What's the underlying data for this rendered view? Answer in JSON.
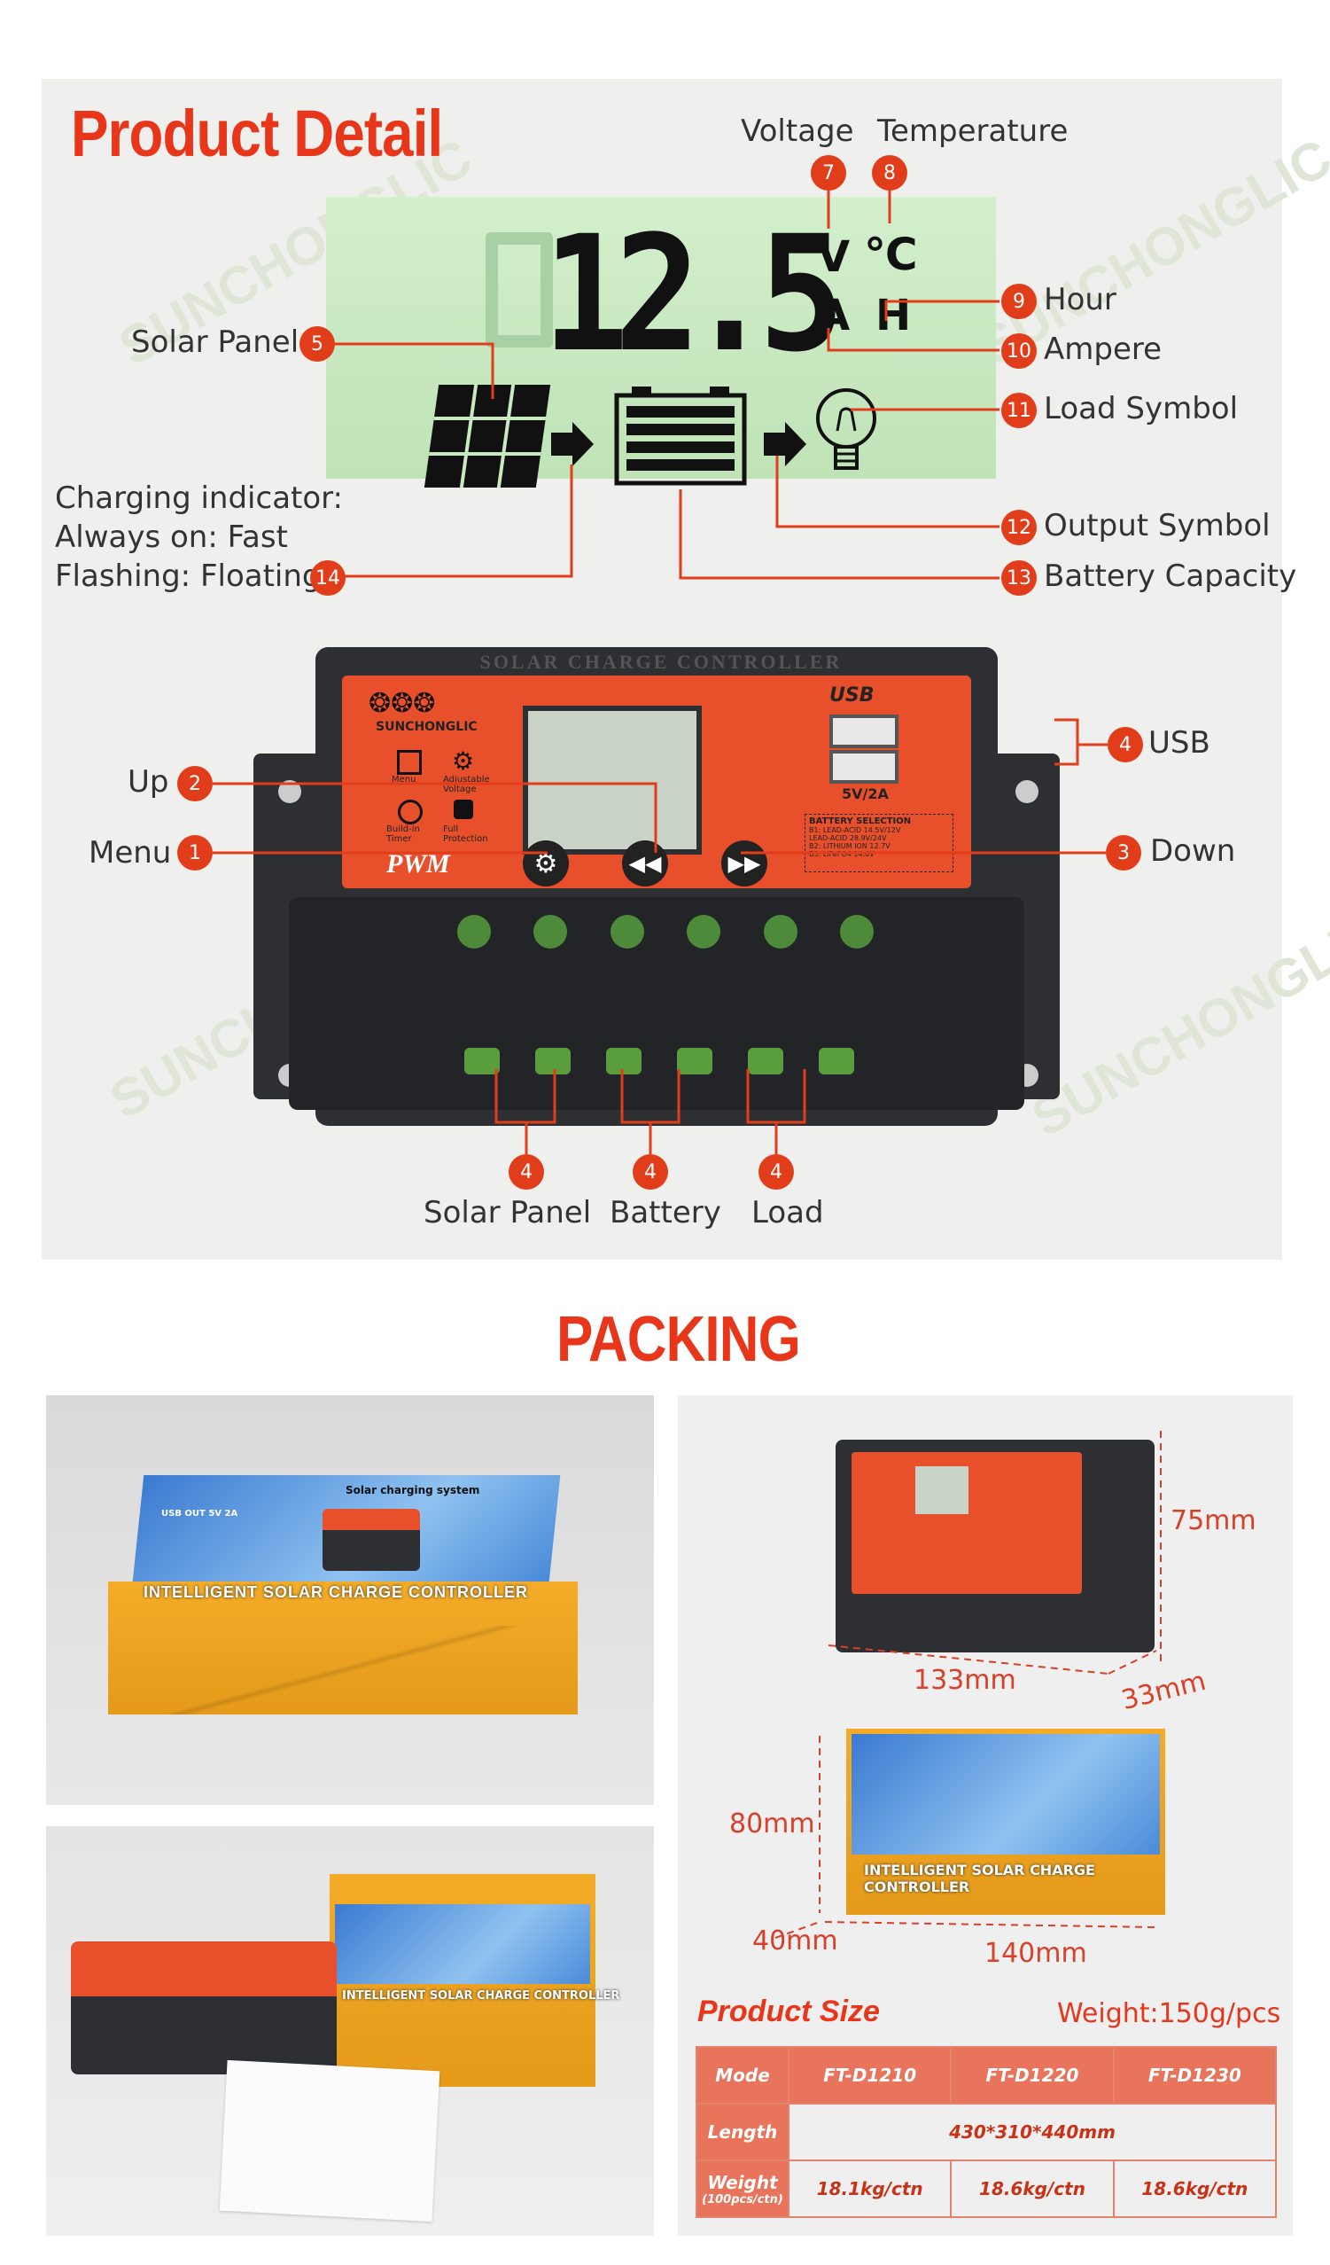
{
  "detail": {
    "title": "Product Detail",
    "lcd_reading": "12.5",
    "lcd_v": "V",
    "lcd_c": "℃",
    "lcd_a": "A",
    "lcd_h": "H",
    "labels": {
      "voltage": "Voltage",
      "temperature": "Temperature",
      "hour": "Hour",
      "ampere": "Ampere",
      "load_symbol": "Load Symbol",
      "output_symbol": "Output Symbol",
      "battery_capacity": "Battery Capacity",
      "solar_panel": "Solar Panel",
      "charging_1": "Charging indicator:",
      "charging_2": "Always on: Fast",
      "charging_3": "Flashing: Floating",
      "usb": "USB",
      "up": "Up",
      "menu": "Menu",
      "down": "Down",
      "terminal_solar": "Solar Panel",
      "terminal_battery": "Battery",
      "terminal_load": "Load"
    },
    "badges": {
      "b1": "1",
      "b2": "2",
      "b3": "3",
      "b4": "4",
      "b5": "5",
      "b7": "7",
      "b8": "8",
      "b9": "9",
      "b10": "10",
      "b11": "11",
      "b12": "12",
      "b13": "13",
      "b14": "14"
    },
    "device": {
      "header": "SOLAR CHARGE CONTROLLER",
      "brand": "SUNCHONGLIC",
      "mode": "PWM",
      "usb_tag": "USB",
      "usb_rating": "5V/2A",
      "battery_selection_title": "BATTERY SELECTION",
      "battery_selection": [
        "B1: LEAD-ACID 14.5V/12V",
        "LEAD-ACID 28.9V/24V",
        "B2: LITHIUM ION 12.7V",
        "B3: LiFePO4 14.6V"
      ],
      "icons": [
        "Menu",
        "Adjustable Voltage",
        "Build-in Timer",
        "Full Protection"
      ]
    },
    "watermark": "SUNCHONGLIC"
  },
  "packing": {
    "title": "PACKING",
    "box_print": "INTELLIGENT SOLAR CHARGE CONTROLLER",
    "box_tag": "Solar charging system",
    "box_usb": "USB OUT 5V 2A",
    "dimensions": {
      "height": "75mm",
      "width": "133mm",
      "depth": "33mm",
      "box_height": "80mm",
      "box_depth": "40mm",
      "box_width": "140mm"
    },
    "size_title": "Product Size",
    "weight": "Weight:150g/pcs",
    "table": {
      "mode_label": "Mode",
      "models": [
        "FT-D1210",
        "FT-D1220",
        "FT-D1230"
      ],
      "length_label": "Length",
      "length_value": "430*310*440mm",
      "weight_label": "Weight",
      "weight_sub": "(100pcs/ctn)",
      "weights": [
        "18.1kg/ctn",
        "18.6kg/ctn",
        "18.6kg/ctn"
      ]
    }
  },
  "colors": {
    "accent": "#e8361a",
    "badge": "#e23d1a",
    "lcd": "#c9e9c2",
    "device_face": "#e8502c",
    "device_body": "#2d2f33",
    "box": "#f0a21e"
  }
}
